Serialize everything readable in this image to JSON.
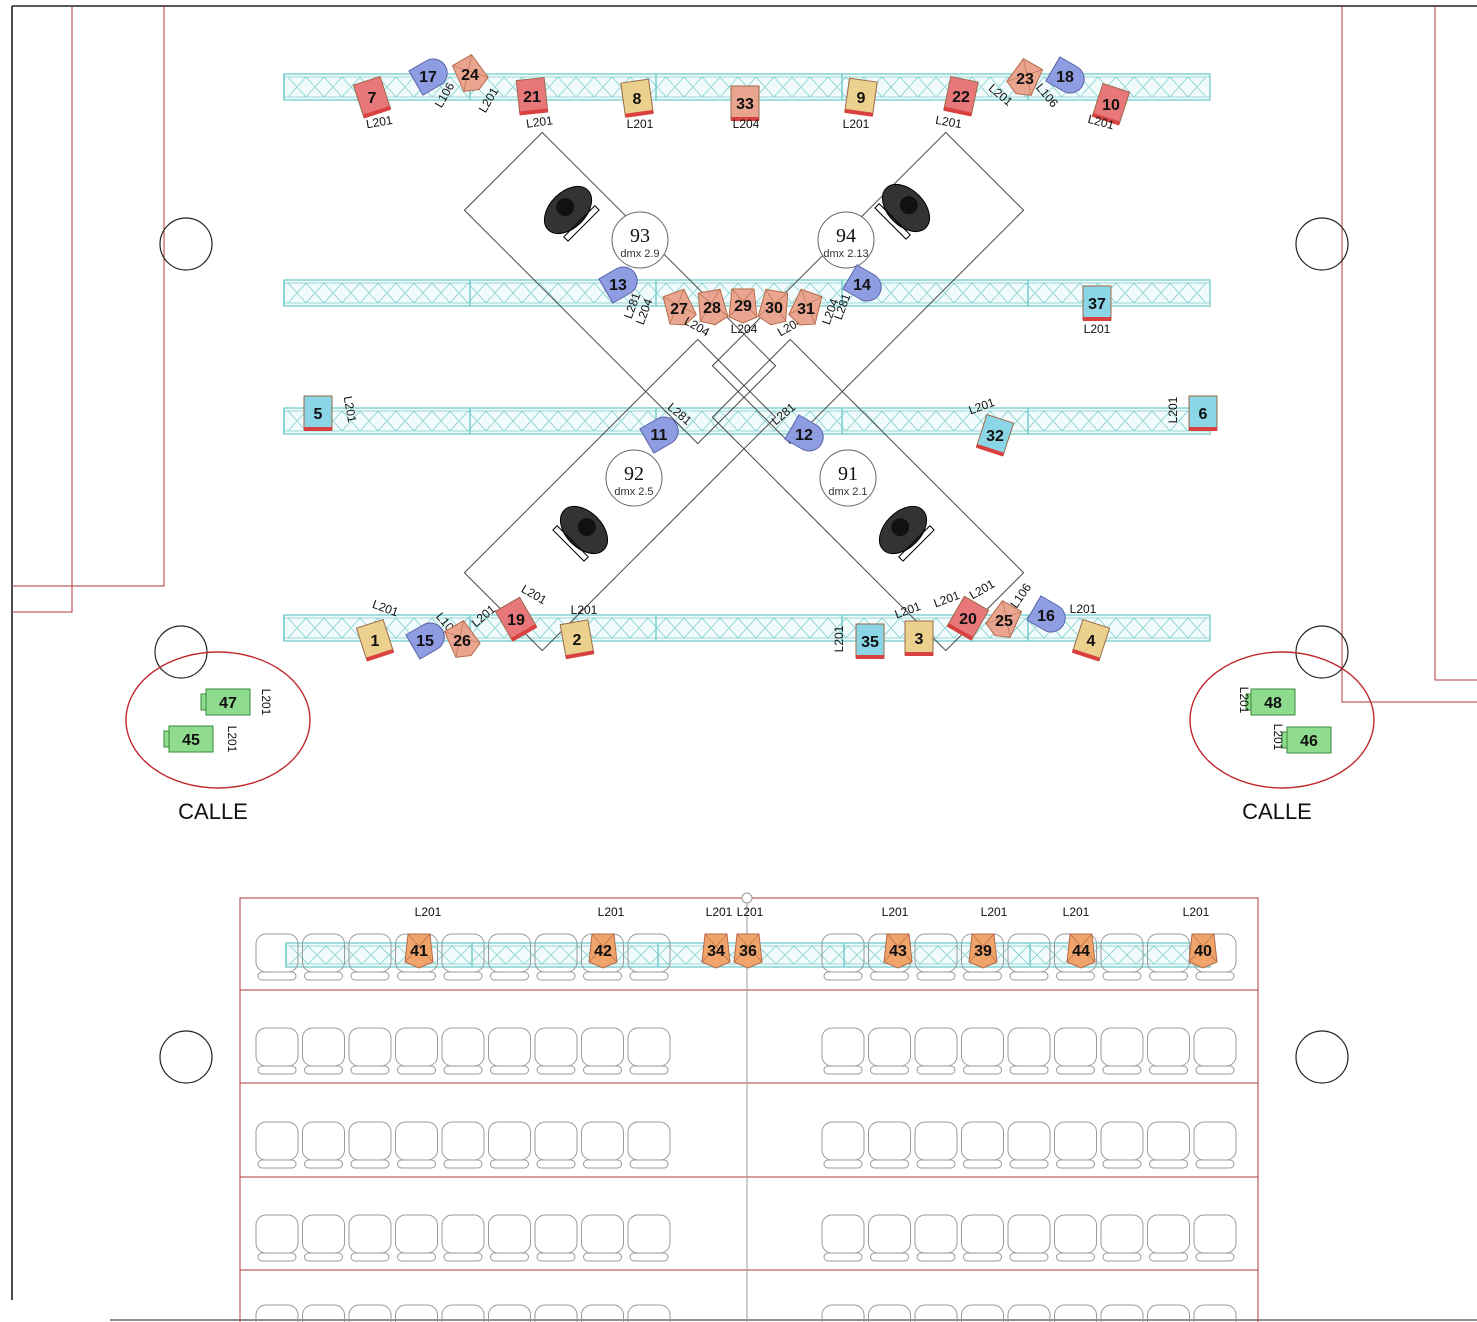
{
  "labels": {
    "calle_left": "CALLE",
    "calle_right": "CALLE"
  },
  "colors": {
    "truss": "#7ccfcf",
    "wall": "#b03a3a",
    "red": "#e8777a",
    "salmon": "#e9a58f",
    "orange": "#f0a46a",
    "blue": "#8e9ce2",
    "yellow": "#ebd08e",
    "cyan": "#8ad6e6",
    "green": "#8fdc8f"
  },
  "performers": [
    {
      "id": "p93",
      "num": "93",
      "dmx": "dmx 2.9"
    },
    {
      "id": "p94",
      "num": "94",
      "dmx": "dmx 2.13"
    },
    {
      "id": "p92",
      "num": "92",
      "dmx": "dmx 2.5"
    },
    {
      "id": "p91",
      "num": "91",
      "dmx": "dmx 2.1"
    }
  ],
  "fixtures": [
    {
      "num": "7",
      "gel": "L201",
      "color": "red",
      "type": "par"
    },
    {
      "num": "17",
      "gel": "L106",
      "color": "blue",
      "type": "profile"
    },
    {
      "num": "24",
      "gel": "L201",
      "color": "salmon",
      "type": "fresnel"
    },
    {
      "num": "21",
      "gel": "L201",
      "color": "red",
      "type": "par"
    },
    {
      "num": "8",
      "gel": "L201",
      "color": "yellow",
      "type": "par"
    },
    {
      "num": "33",
      "gel": "L204",
      "color": "salmon",
      "type": "par"
    },
    {
      "num": "9",
      "gel": "L201",
      "color": "yellow",
      "type": "par"
    },
    {
      "num": "22",
      "gel": "L201",
      "color": "red",
      "type": "par"
    },
    {
      "num": "23",
      "gel": "L201",
      "color": "salmon",
      "type": "fresnel"
    },
    {
      "num": "18",
      "gel": "L106",
      "color": "blue",
      "type": "profile"
    },
    {
      "num": "10",
      "gel": "L201",
      "color": "red",
      "type": "par"
    },
    {
      "num": "13",
      "gel": "L281",
      "color": "blue",
      "type": "profile"
    },
    {
      "num": "27",
      "gel": "L204",
      "color": "salmon",
      "type": "fresnel"
    },
    {
      "num": "28",
      "gel": "L204",
      "color": "salmon",
      "type": "fresnel"
    },
    {
      "num": "29",
      "gel": "L204",
      "color": "salmon",
      "type": "fresnel"
    },
    {
      "num": "30",
      "gel": "L204",
      "color": "salmon",
      "type": "fresnel"
    },
    {
      "num": "31",
      "gel": "L204",
      "color": "salmon",
      "type": "fresnel"
    },
    {
      "num": "14",
      "gel": "L281",
      "color": "blue",
      "type": "profile"
    },
    {
      "num": "37",
      "gel": "L201",
      "color": "cyan",
      "type": "par"
    },
    {
      "num": "5",
      "gel": "L201",
      "color": "cyan",
      "type": "par"
    },
    {
      "num": "11",
      "gel": "L281",
      "color": "blue",
      "type": "profile"
    },
    {
      "num": "12",
      "gel": "L281",
      "color": "blue",
      "type": "profile"
    },
    {
      "num": "32",
      "gel": "L201",
      "color": "cyan",
      "type": "par"
    },
    {
      "num": "6",
      "gel": "L201",
      "color": "cyan",
      "type": "par"
    },
    {
      "num": "1",
      "gel": "L201",
      "color": "yellow",
      "type": "par"
    },
    {
      "num": "15",
      "gel": "L106",
      "color": "blue",
      "type": "profile"
    },
    {
      "num": "26",
      "gel": "L201",
      "color": "salmon",
      "type": "fresnel"
    },
    {
      "num": "19",
      "gel": "L201",
      "color": "red",
      "type": "par"
    },
    {
      "num": "2",
      "gel": "L201",
      "color": "yellow",
      "type": "par"
    },
    {
      "num": "35",
      "gel": "L201",
      "color": "cyan",
      "type": "par"
    },
    {
      "num": "3",
      "gel": "L201",
      "color": "yellow",
      "type": "par"
    },
    {
      "num": "20",
      "gel": "L201",
      "color": "red",
      "type": "par"
    },
    {
      "num": "25",
      "gel": "L201",
      "color": "salmon",
      "type": "fresnel"
    },
    {
      "num": "16",
      "gel": "L106",
      "color": "blue",
      "type": "profile"
    },
    {
      "num": "4",
      "gel": "L201",
      "color": "yellow",
      "type": "par"
    },
    {
      "num": "47",
      "gel": "L201",
      "color": "green",
      "type": "flood"
    },
    {
      "num": "45",
      "gel": "L201",
      "color": "green",
      "type": "flood"
    },
    {
      "num": "48",
      "gel": "L201",
      "color": "green",
      "type": "flood"
    },
    {
      "num": "46",
      "gel": "L201",
      "color": "green",
      "type": "flood"
    },
    {
      "num": "41",
      "gel": "L201",
      "color": "orange",
      "type": "fresnel"
    },
    {
      "num": "42",
      "gel": "L201",
      "color": "orange",
      "type": "fresnel"
    },
    {
      "num": "34",
      "gel": "L201",
      "color": "orange",
      "type": "fresnel"
    },
    {
      "num": "36",
      "gel": "L201",
      "color": "orange",
      "type": "fresnel"
    },
    {
      "num": "43",
      "gel": "L201",
      "color": "orange",
      "type": "fresnel"
    },
    {
      "num": "39",
      "gel": "L201",
      "color": "orange",
      "type": "fresnel"
    },
    {
      "num": "44",
      "gel": "L201",
      "color": "orange",
      "type": "fresnel"
    },
    {
      "num": "40",
      "gel": "L201",
      "color": "orange",
      "type": "fresnel"
    }
  ]
}
